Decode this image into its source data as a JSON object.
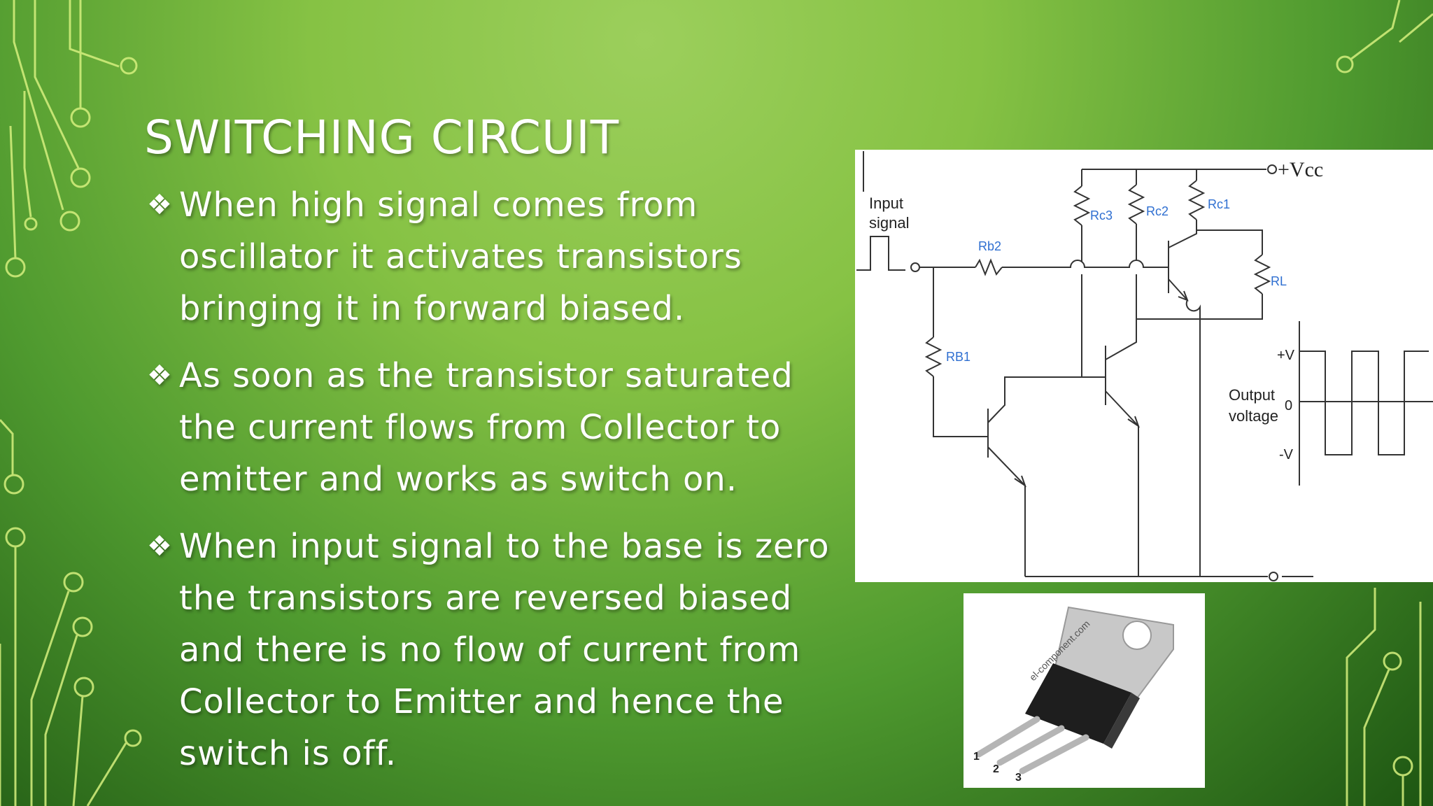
{
  "slide": {
    "title": "SWITCHING CIRCUIT",
    "bullet_symbol": "❖",
    "bullets": [
      {
        "text": "When high signal  comes  from oscillator it activates transistors bringing it in forward biased."
      },
      {
        "text": "As soon as the transistor saturated the current flows from Collector to emitter and works as switch on."
      },
      {
        "text": "When input signal to the base is zero the transistors are reversed biased and there is no flow of current from Collector to Emitter and hence the switch is off."
      }
    ]
  },
  "diagram": {
    "vcc_label": "+Vcc",
    "input_label_line1": "Input",
    "input_label_line2": "signal",
    "rb2": "Rb2",
    "rb1": "RB1",
    "rc3": "Rc3",
    "rc2": "Rc2",
    "rc1": "Rc1",
    "rl": "RL",
    "output_label_line1": "Output",
    "output_label_line2": "voltage",
    "plus_v": "+V",
    "zero": "0",
    "minus_v": "-V"
  },
  "photo": {
    "watermark": "el-component.com",
    "pin1": "1",
    "pin2": "2",
    "pin3": "3"
  },
  "colors": {
    "circuit_decor": "#d9f58a",
    "label_blue": "#2f6fd1",
    "wire": "#333333"
  }
}
